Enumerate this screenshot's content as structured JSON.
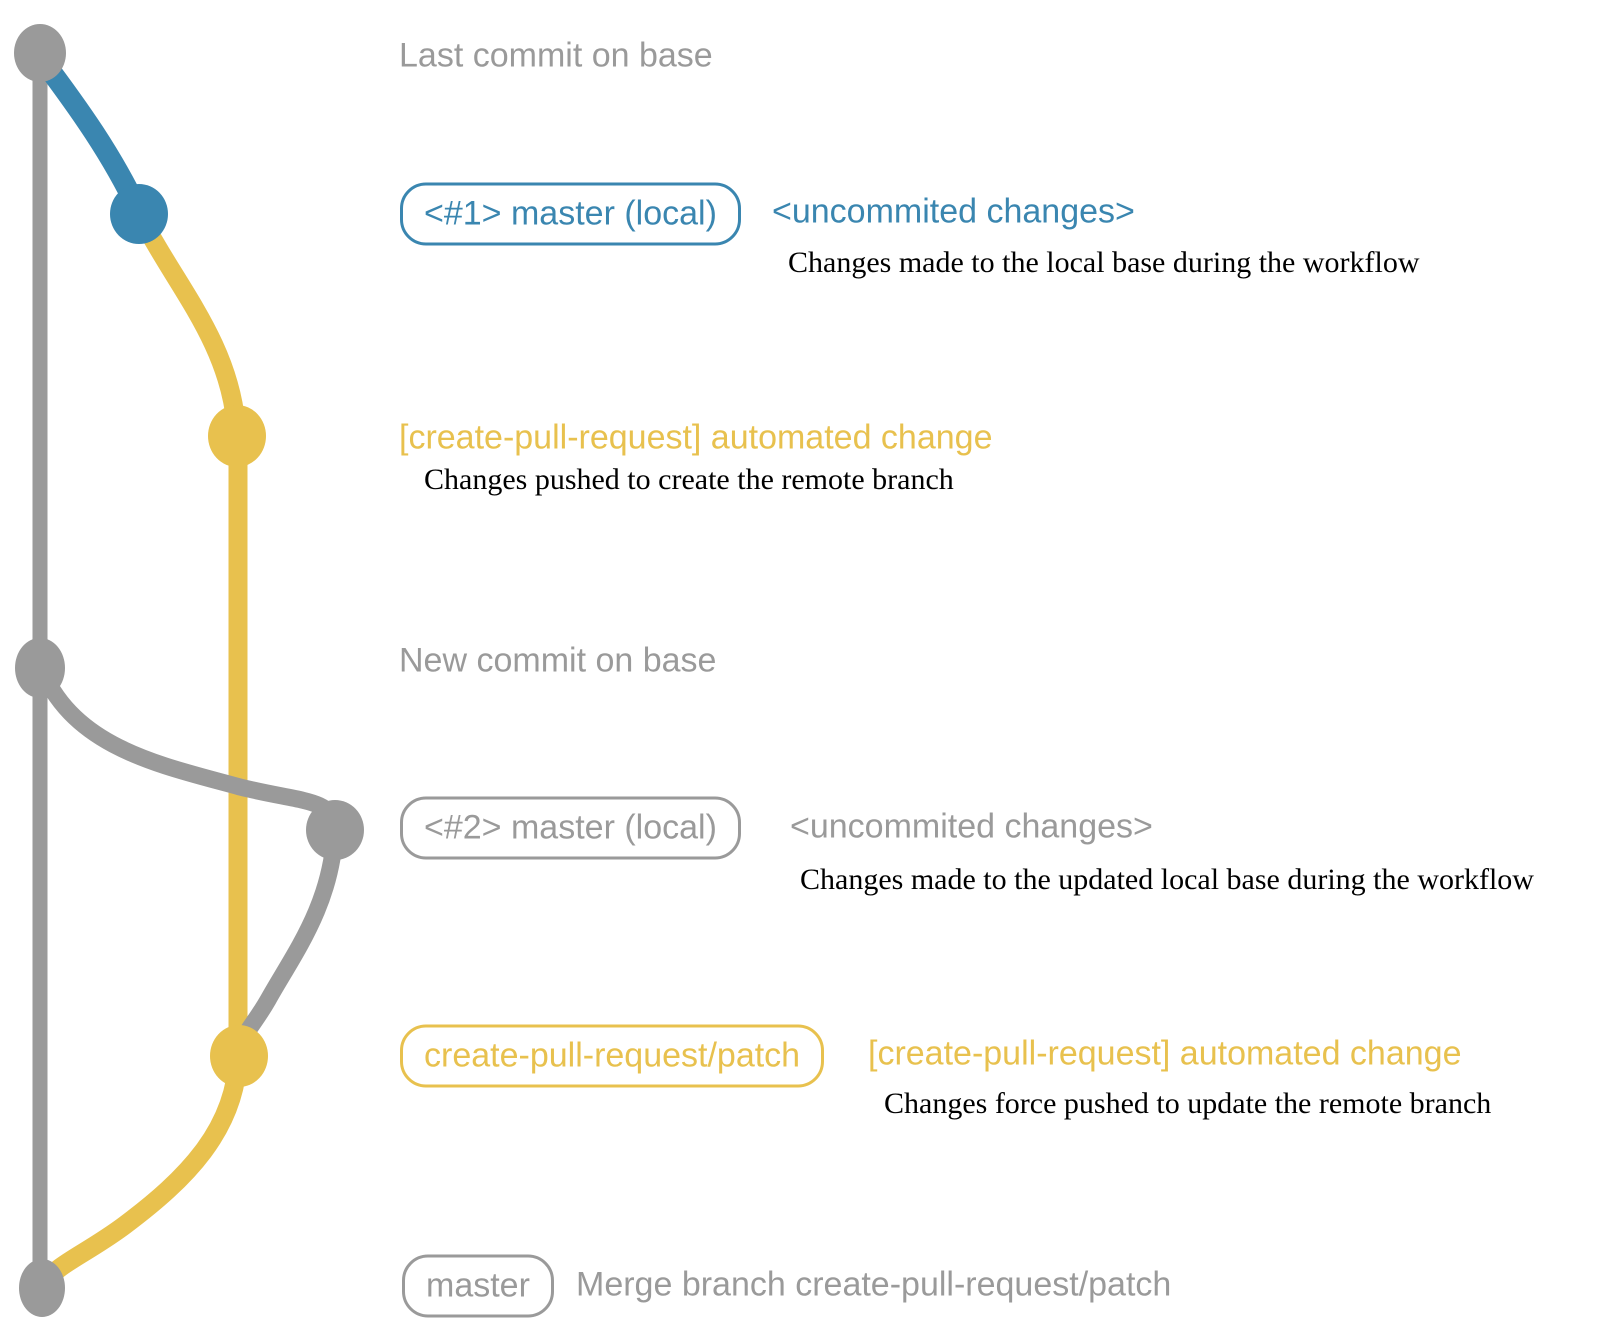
{
  "colors": {
    "gray": "#9a9a9a",
    "blue": "#3a86b0",
    "yellow": "#e8c14e",
    "caption": "#000000",
    "bg": "#ffffff"
  },
  "graph": {
    "type": "git-commit-graph",
    "branches": [
      {
        "name": "base (master remote)",
        "color": "gray"
      },
      {
        "name": "local master changes",
        "color": "blue"
      },
      {
        "name": "create-pull-request/patch",
        "color": "yellow"
      }
    ],
    "nodes": [
      {
        "id": "last-commit-on-base",
        "branch": "base",
        "color": "gray"
      },
      {
        "id": "local-commit-1",
        "branch": "local",
        "color": "blue"
      },
      {
        "id": "patch-commit-1",
        "branch": "create-pull-request/patch",
        "color": "yellow"
      },
      {
        "id": "new-commit-on-base",
        "branch": "base",
        "color": "gray"
      },
      {
        "id": "local-commit-2",
        "branch": "local",
        "color": "gray"
      },
      {
        "id": "patch-commit-2",
        "branch": "create-pull-request/patch",
        "color": "yellow"
      },
      {
        "id": "merge-commit",
        "branch": "base",
        "color": "gray"
      }
    ]
  },
  "rows": {
    "last_commit": {
      "label": "Last commit on base"
    },
    "commit1": {
      "badge": "<#1> master (local)",
      "message": "<uncommited changes>",
      "caption": "Changes made to the local base during the workflow"
    },
    "push1": {
      "message": "[create-pull-request] automated change",
      "caption": "Changes pushed to create the remote branch"
    },
    "new_commit": {
      "label": "New commit on base"
    },
    "commit2": {
      "badge": "<#2> master (local)",
      "message": "<uncommited changes>",
      "caption": "Changes made to the updated local base during the workflow"
    },
    "push2": {
      "badge": "create-pull-request/patch",
      "message": "[create-pull-request] automated change",
      "caption": "Changes force pushed to update the remote branch"
    },
    "merge": {
      "badge": "master",
      "message": "Merge branch create-pull-request/patch"
    }
  }
}
